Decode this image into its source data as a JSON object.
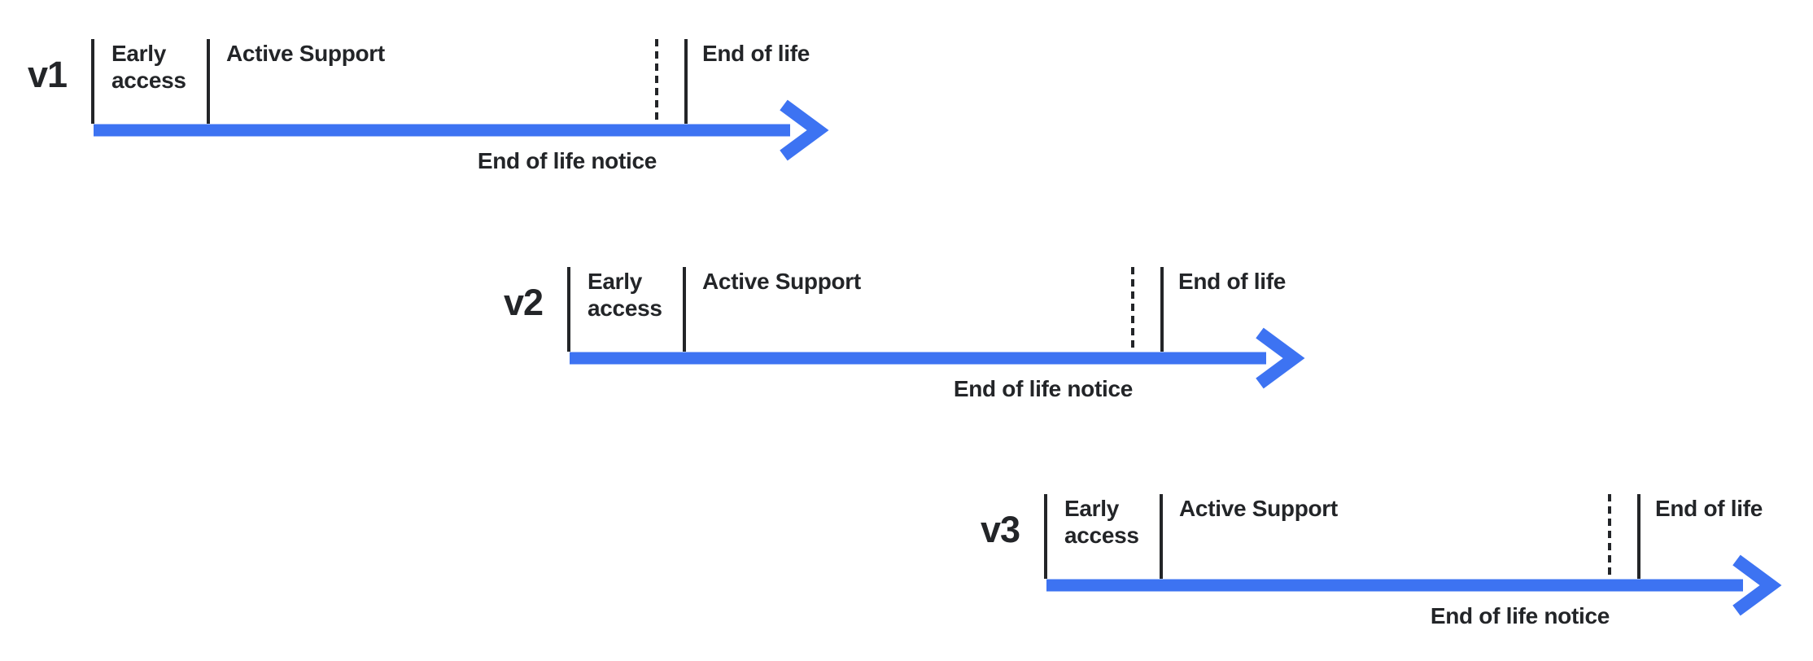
{
  "diagram": {
    "description": "Version lifecycle timelines",
    "colors": {
      "arrow_blue": "#3d73f2",
      "text_dark": "#232528"
    },
    "timelines": [
      {
        "version": "v1",
        "early_access": "Early access",
        "active_support": "Active Support",
        "end_of_life": "End of life",
        "end_of_life_notice": "End of life notice"
      },
      {
        "version": "v2",
        "early_access": "Early access",
        "active_support": "Active Support",
        "end_of_life": "End of life",
        "end_of_life_notice": "End of life notice"
      },
      {
        "version": "v3",
        "early_access": "Early access",
        "active_support": "Active Support",
        "end_of_life": "End of life",
        "end_of_life_notice": "End of life notice"
      }
    ]
  }
}
